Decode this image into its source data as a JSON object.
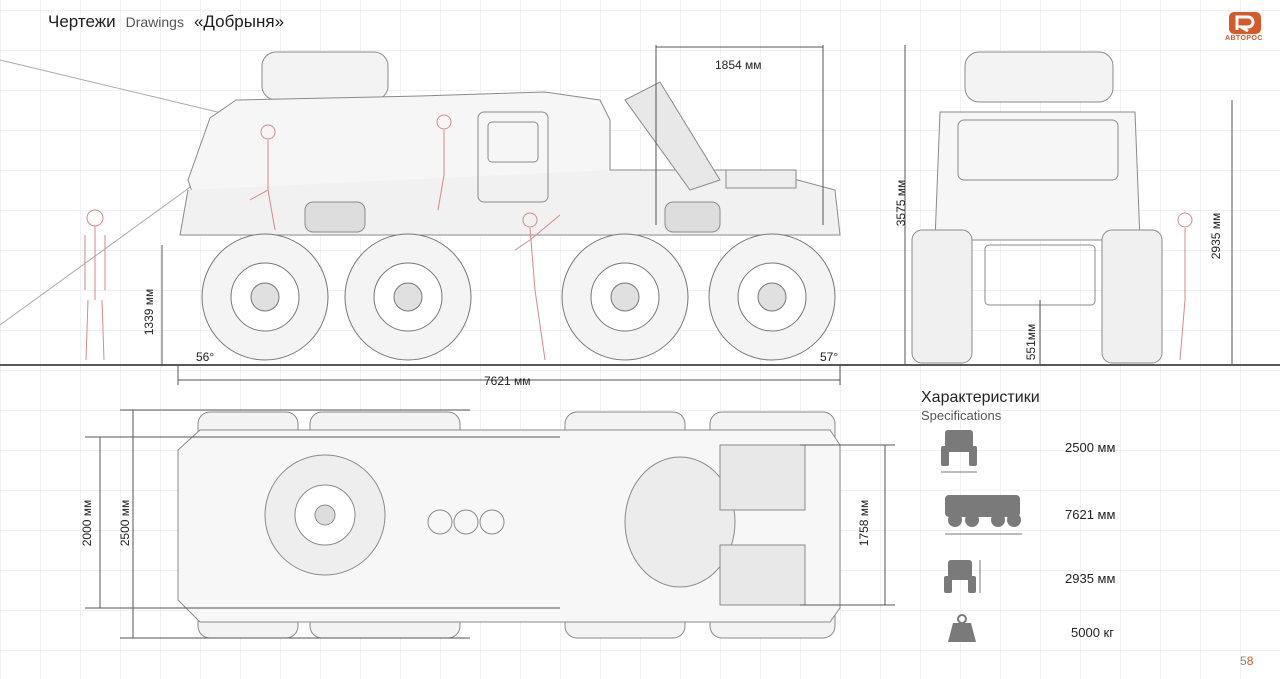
{
  "header": {
    "title_ru": "Чертежи",
    "title_en": "Drawings",
    "model_name": "«Добрыня»"
  },
  "brand": {
    "logo_text": "АВТОРОС",
    "accent_color": "#d45a2a"
  },
  "dimensions": {
    "roof_length": "1854 мм",
    "total_height": "3575 мм",
    "ground_to_hull": "1339 мм",
    "approach_angle": "56°",
    "departure_angle": "57°",
    "overall_length": "7621 мм",
    "front_height": "2935 мм",
    "ground_clearance": "551мм",
    "inner_width": "2000 мм",
    "outer_width": "2500 мм",
    "track_width": "1758 мм"
  },
  "specs": {
    "title": "Характеристики",
    "subtitle": "Specifications",
    "items": [
      {
        "icon": "vehicle-front-width-icon",
        "value": "2500 мм"
      },
      {
        "icon": "vehicle-side-length-icon",
        "value": "7621 мм"
      },
      {
        "icon": "vehicle-front-height-icon",
        "value": "2935 мм"
      },
      {
        "icon": "weight-icon",
        "value": "5000 кг"
      }
    ]
  },
  "page": {
    "number_first": "5",
    "number_second": "8"
  }
}
